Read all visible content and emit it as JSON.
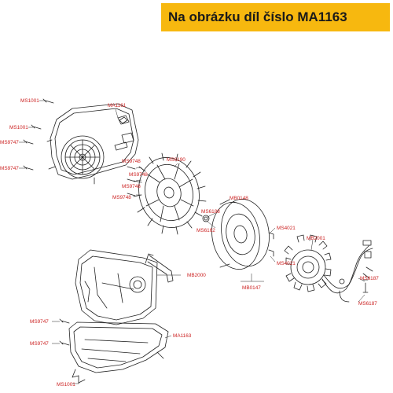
{
  "banner": {
    "text": "Na obrázku díl číslo MA1163",
    "color": "#f7b80f"
  },
  "diagram": {
    "part_labels": {
      "ms1001_a": "MS1001",
      "ms1001_b": "MS1001",
      "ms9747_a": "MS9747",
      "ms9747_b": "MS9747",
      "ma1161": "MA1161",
      "ms9748_a": "MS9748",
      "ms9748_b": "MS9748",
      "ms9748_c": "MS9748",
      "ms6190": "MS6190",
      "mb0148": "MB0148",
      "ms6188": "MS6188",
      "ms6162": "MS6162",
      "ms4021_a": "MS4021",
      "ms4021_b": "MS4021",
      "mb2001": "MB2001",
      "ms6187_a": "MS6187",
      "ms6187_b": "MS6187",
      "mb0147": "MB0147",
      "mb2000": "MB2000",
      "ms9747_c": "MS9747",
      "ms9747_d": "MS9747",
      "ma1163": "MA1163",
      "ms1001_c": "MS1001"
    },
    "label_color": "#cc2222",
    "line_color": "#222222"
  }
}
